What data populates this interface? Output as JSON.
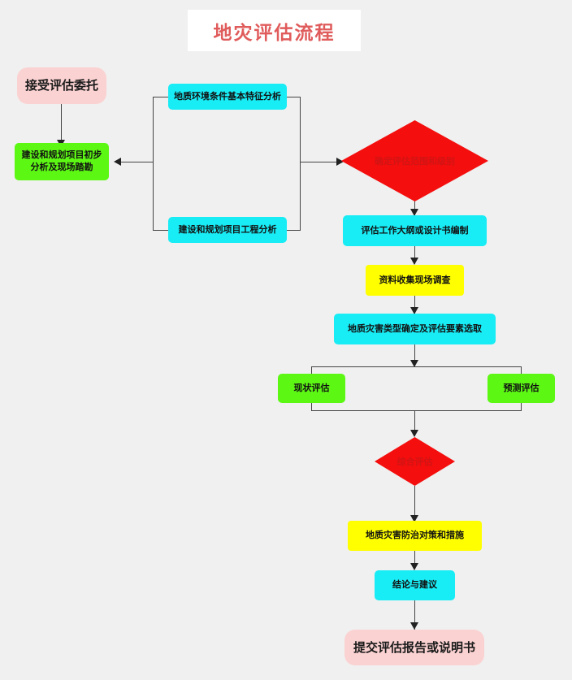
{
  "page": {
    "background_color": "#f0f0f0",
    "title": "地灾评估流程",
    "title_color": "#e05b5b"
  },
  "diagram": {
    "type": "flowchart",
    "orientation": "top-to-bottom",
    "nodes": [
      {
        "id": "n1",
        "label": "接受评估委托",
        "shape": "rounded-rect",
        "color": "#fbd2d2"
      },
      {
        "id": "n2",
        "label": "建设和规划项目初步分析及现场踏勘",
        "shape": "rect",
        "color": "#5cf814"
      },
      {
        "id": "n3",
        "label": "地质环境条件基本特征分析",
        "shape": "rect",
        "color": "#18ecf5"
      },
      {
        "id": "n4",
        "label": "建设和规划项目工程分析",
        "shape": "rect",
        "color": "#18ecf5"
      },
      {
        "id": "n5",
        "label": "确定评估范围和级别",
        "shape": "diamond",
        "color": "#f40e0e"
      },
      {
        "id": "n6",
        "label": "评估工作大纲或设计书编制",
        "shape": "rect",
        "color": "#18ecf5"
      },
      {
        "id": "n7",
        "label": "资料收集现场调查",
        "shape": "rect",
        "color": "#ffff00"
      },
      {
        "id": "n8",
        "label": "地质灾害类型确定及评估要素选取",
        "shape": "rect",
        "color": "#18ecf5"
      },
      {
        "id": "n9",
        "label": "现状评估",
        "shape": "rect",
        "color": "#5cf814"
      },
      {
        "id": "n10",
        "label": "预测评估",
        "shape": "rect",
        "color": "#5cf814"
      },
      {
        "id": "n11",
        "label": "综合评估",
        "shape": "diamond",
        "color": "#f40e0e"
      },
      {
        "id": "n12",
        "label": "地质灾害防治对策和措施",
        "shape": "rect",
        "color": "#ffff00"
      },
      {
        "id": "n13",
        "label": "结论与建议",
        "shape": "rect",
        "color": "#18ecf5"
      },
      {
        "id": "n14",
        "label": "提交评估报告或说明书",
        "shape": "rounded-rect",
        "color": "#fbd2d2"
      }
    ],
    "edges": [
      {
        "from": "n1",
        "to": "n2"
      },
      {
        "from": "n3",
        "to": "n2"
      },
      {
        "from": "n4",
        "to": "n2"
      },
      {
        "from": "n3",
        "to": "n5"
      },
      {
        "from": "n4",
        "to": "n5"
      },
      {
        "from": "n5",
        "to": "n6"
      },
      {
        "from": "n6",
        "to": "n7"
      },
      {
        "from": "n7",
        "to": "n8"
      },
      {
        "from": "n8",
        "to": "n9"
      },
      {
        "from": "n8",
        "to": "n10"
      },
      {
        "from": "n9",
        "to": "n11"
      },
      {
        "from": "n10",
        "to": "n11"
      },
      {
        "from": "n11",
        "to": "n12"
      },
      {
        "from": "n12",
        "to": "n13"
      },
      {
        "from": "n13",
        "to": "n14"
      }
    ]
  }
}
